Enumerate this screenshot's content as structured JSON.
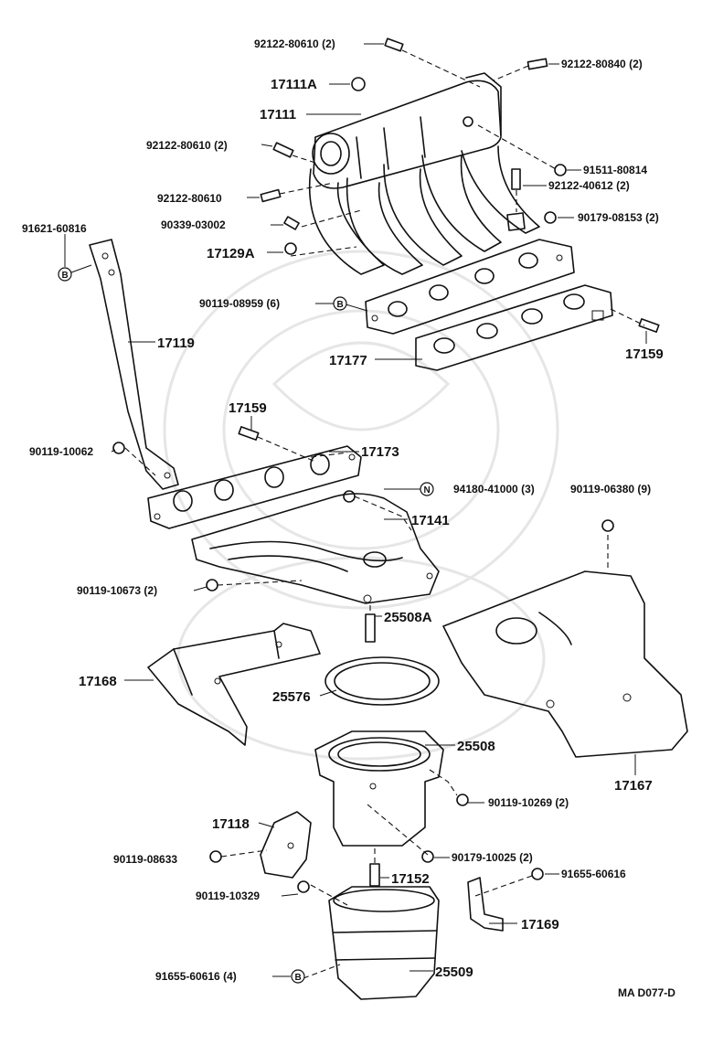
{
  "diagram_code": "MA D077-D",
  "labels": {
    "p92122_80610_3": "92122-80610 (2)",
    "p92122_80840": "92122-80840 (2)",
    "p17111A": "17111A",
    "p17111": "17111",
    "p92122_80610_2": "92122-80610 (2)",
    "p91511_80814": "91511-80814",
    "p92122_40612": "92122-40612 (2)",
    "p92122_80610": "92122-80610",
    "p90339_03002": "90339-03002",
    "p90179_08153": "90179-08153 (2)",
    "p91621_60816": "91621-60816",
    "p17129A": "17129A",
    "p90119_08959": "90119-08959 (6)",
    "p17119": "17119",
    "p17177": "17177",
    "p17159_a": "17159",
    "p17159_b": "17159",
    "p17173": "17173",
    "p90119_10062": "90119-10062",
    "p94180_41000": "94180-41000 (3)",
    "p90119_06380": "90119-06380 (9)",
    "p17141": "17141",
    "p90119_10673": "90119-10673 (2)",
    "p25508A": "25508A",
    "p17168": "17168",
    "p25576": "25576",
    "p25508": "25508",
    "p17167": "17167",
    "p90119_10269": "90119-10269 (2)",
    "p17118": "17118",
    "p90119_08633": "90119-08633",
    "p90179_10025": "90179-10025 (2)",
    "p17152": "17152",
    "p91655_60616": "91655-60616",
    "p90119_10329": "90119-10329",
    "p17169": "17169",
    "p25509": "25509",
    "p91655_60616_4": "91655-60616 (4)"
  },
  "badges": {
    "b": "B",
    "n": "N"
  }
}
